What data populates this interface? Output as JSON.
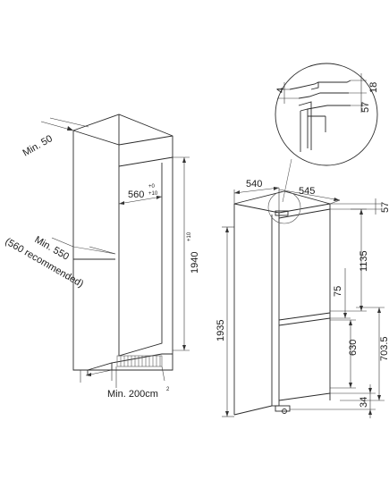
{
  "left_view": {
    "min_50": "Min. 50",
    "min_550": "Min. 550",
    "recommended_560": "(560 recommended)",
    "width_560": "560",
    "width_560_tol_top": "+0",
    "width_560_tol_bottom": "+10",
    "height_1940": "1940",
    "height_1940_tol": "+10",
    "min_200": "Min. 200cm",
    "min_200_sup": "2"
  },
  "right_view": {
    "width_540": "540",
    "depth_545": "545",
    "top_57": "57",
    "height_1135": "1135",
    "height_75": "75",
    "height_1935": "1935",
    "height_630": "630",
    "height_703_5": "703.5",
    "height_34": "34"
  },
  "detail": {
    "gap_4": "4",
    "dim_18": "18",
    "dim_57": "57"
  },
  "colors": {
    "line": "#2b2b2b",
    "text": "#1a1a1a",
    "background": "#ffffff"
  }
}
